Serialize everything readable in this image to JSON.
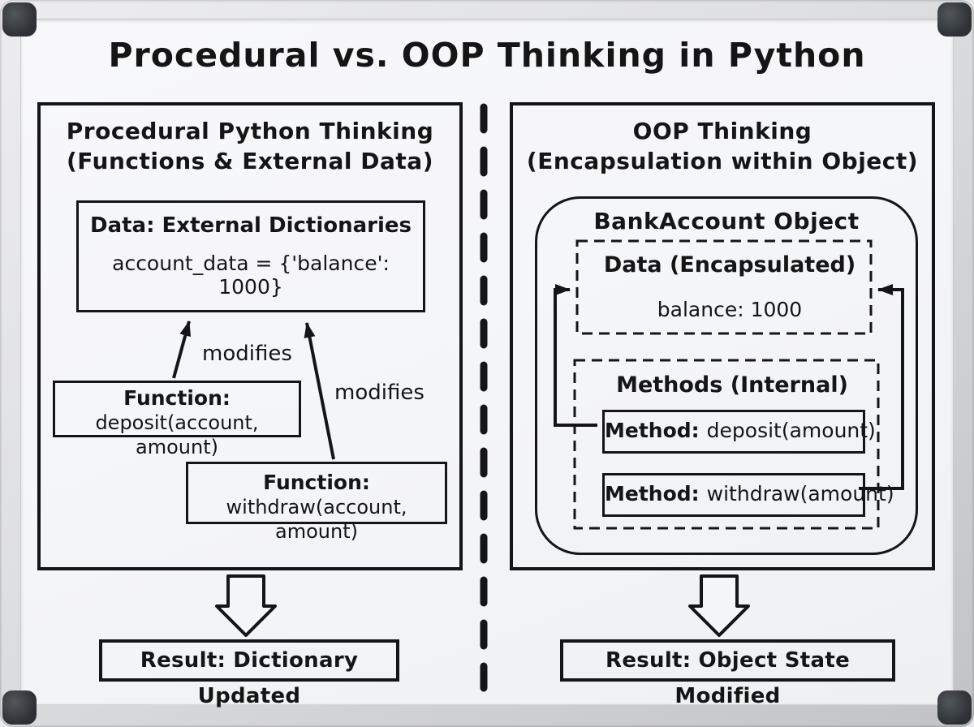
{
  "title": "Procedural vs. OOP Thinking in Python",
  "colors": {
    "ink": "#151515",
    "board": "#f4f5f7",
    "frame-light": "#ededef",
    "frame-dark": "#c2c3c6",
    "cap": "#2d3135"
  },
  "left_panel": {
    "header_line1": "Procedural Python Thinking",
    "header_line2": "(Functions & External Data)",
    "data_box": {
      "title": "Data: External Dictionaries",
      "code": "account_data = {'balance': 1000}"
    },
    "deposit_function": {
      "label": "Function:",
      "signature": "deposit(account, amount)"
    },
    "withdraw_function": {
      "label": "Function:",
      "signature": "withdraw(account, amount)"
    },
    "arrow_labels": {
      "deposit": "modifies",
      "withdraw": "modifies"
    },
    "result": {
      "label": "Result:",
      "text": "Dictionary Updated"
    }
  },
  "right_panel": {
    "header_line1": "OOP Thinking",
    "header_line2": "(Encapsulation within Object)",
    "object_box": {
      "title": "BankAccount Object",
      "data_box": {
        "title": "Data (Encapsulated)",
        "value": "balance: 1000"
      },
      "methods_box": {
        "title": "Methods (Internal)"
      },
      "deposit_method": {
        "label": "Method:",
        "signature": "deposit(amount)"
      },
      "withdraw_method": {
        "label": "Method:",
        "signature": "withdraw(amount)"
      }
    },
    "result": {
      "label": "Result:",
      "text": "Object State Modified"
    }
  }
}
